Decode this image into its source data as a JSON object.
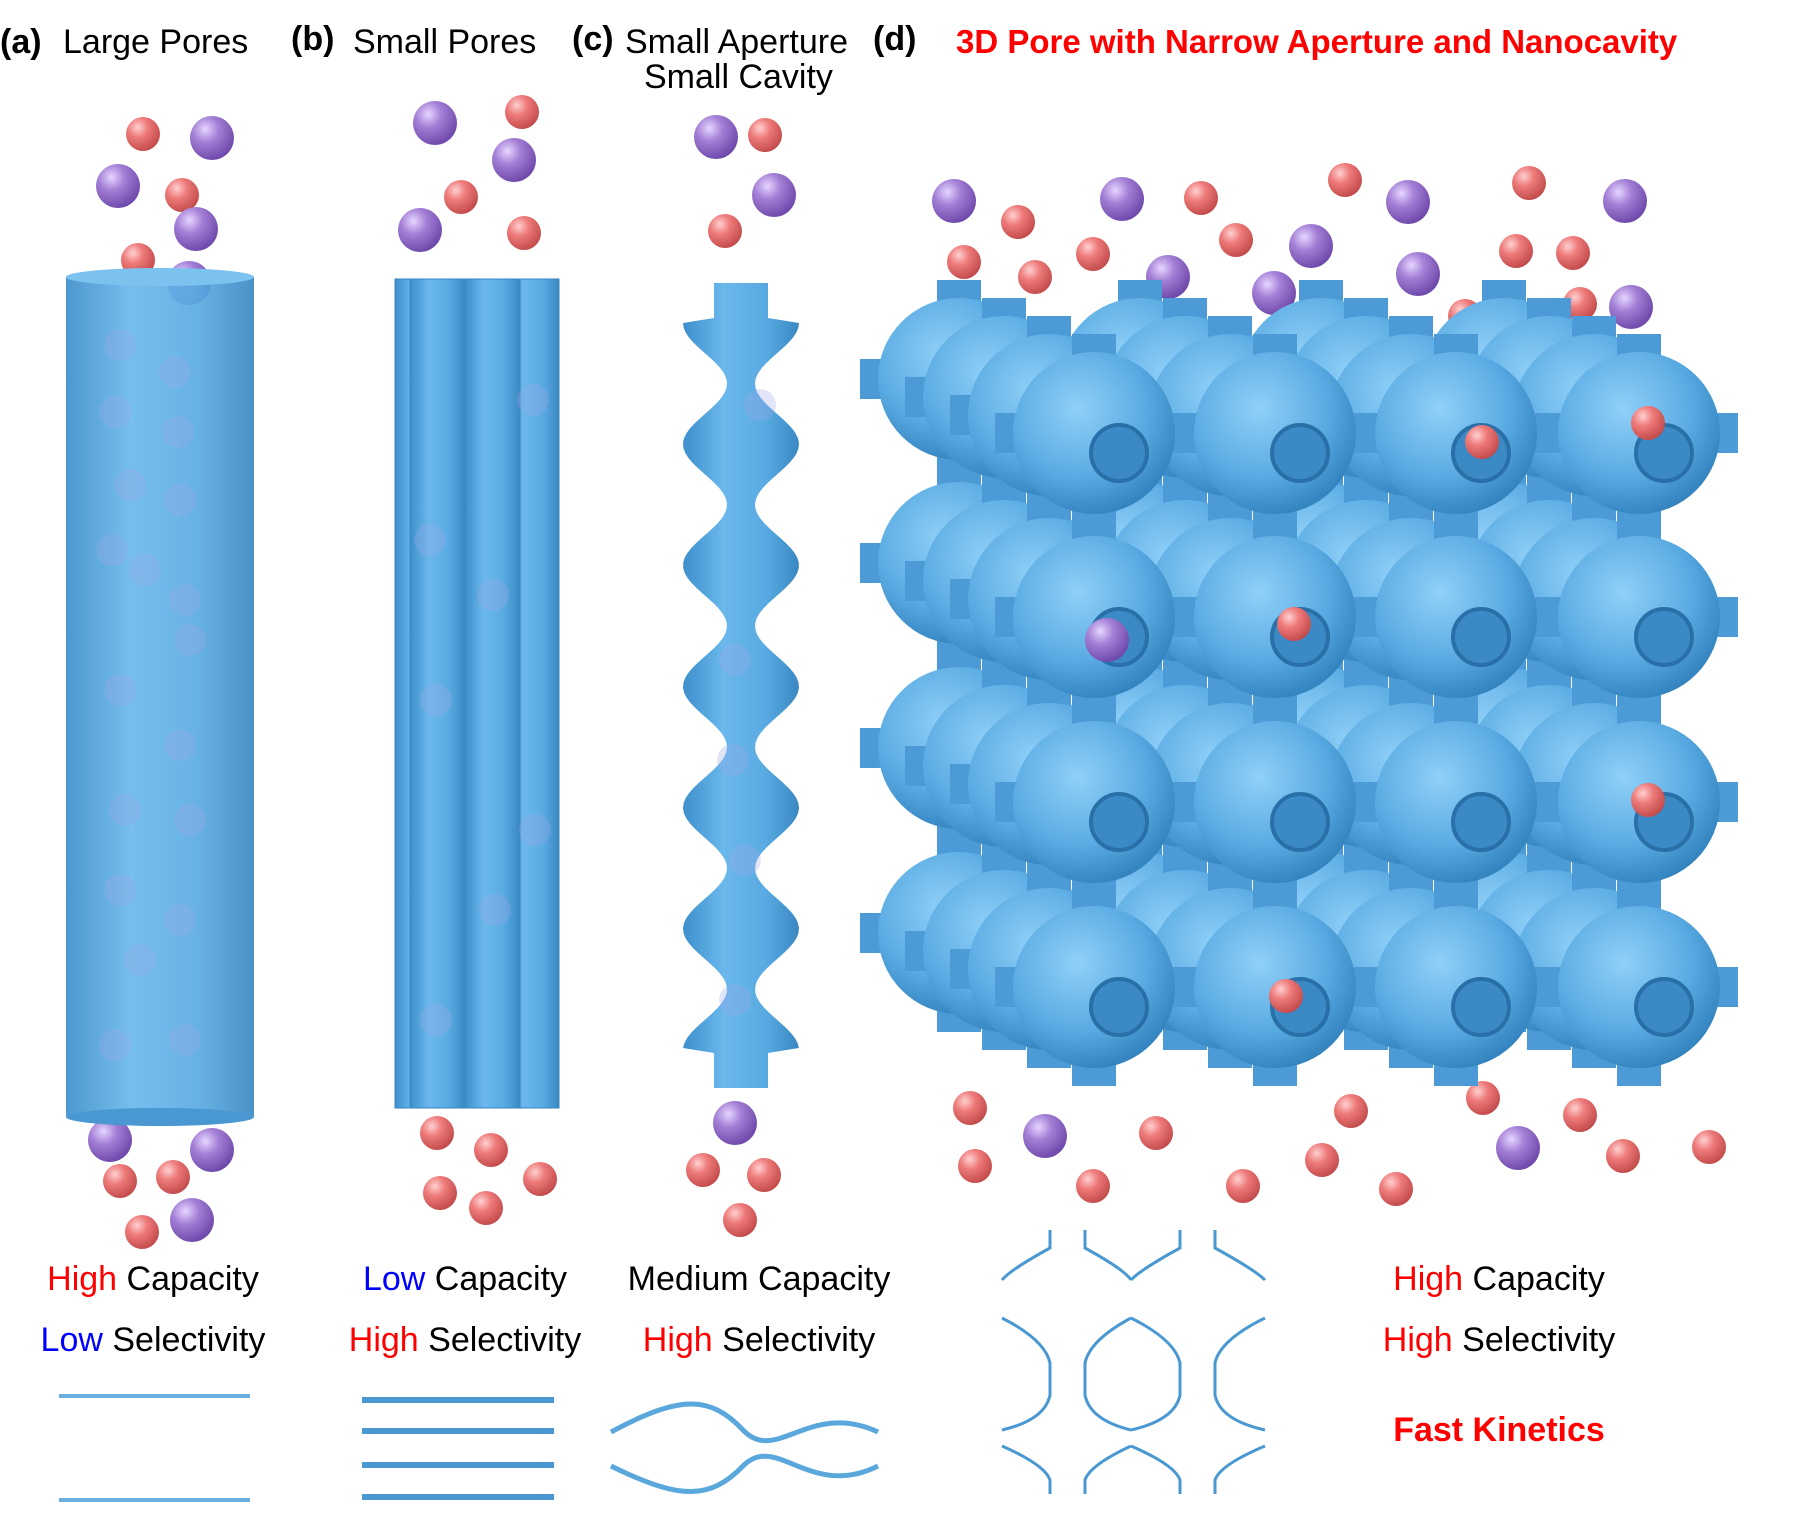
{
  "panels": {
    "a": {
      "label": "(a)",
      "title": "Large Pores",
      "capacity_level": "High",
      "capacity_word": "Capacity",
      "selectivity_level": "Low",
      "selectivity_word": "Selectivity"
    },
    "b": {
      "label": "(b)",
      "title": "Small Pores",
      "capacity_level": "Low",
      "capacity_word": "Capacity",
      "selectivity_level": "High",
      "selectivity_word": "Selectivity"
    },
    "c": {
      "label": "(c)",
      "title_line1": "Small Aperture",
      "title_line2": "Small Cavity",
      "capacity_text": "Medium Capacity",
      "selectivity_level": "High",
      "selectivity_word": "Selectivity"
    },
    "d": {
      "label": "(d)",
      "title": "3D Pore with Narrow Aperture and Nanocavity",
      "capacity_level": "High",
      "capacity_word": "Capacity",
      "selectivity_level": "High",
      "selectivity_word": "Selectivity",
      "kinetics": "Fast Kinetics"
    }
  },
  "colors": {
    "pore": "#5aabe3",
    "molecule_red": "#e86a6a",
    "molecule_purple": "#9b6fcf",
    "accent_red": "#ff0000",
    "accent_blue": "#0000ff"
  }
}
